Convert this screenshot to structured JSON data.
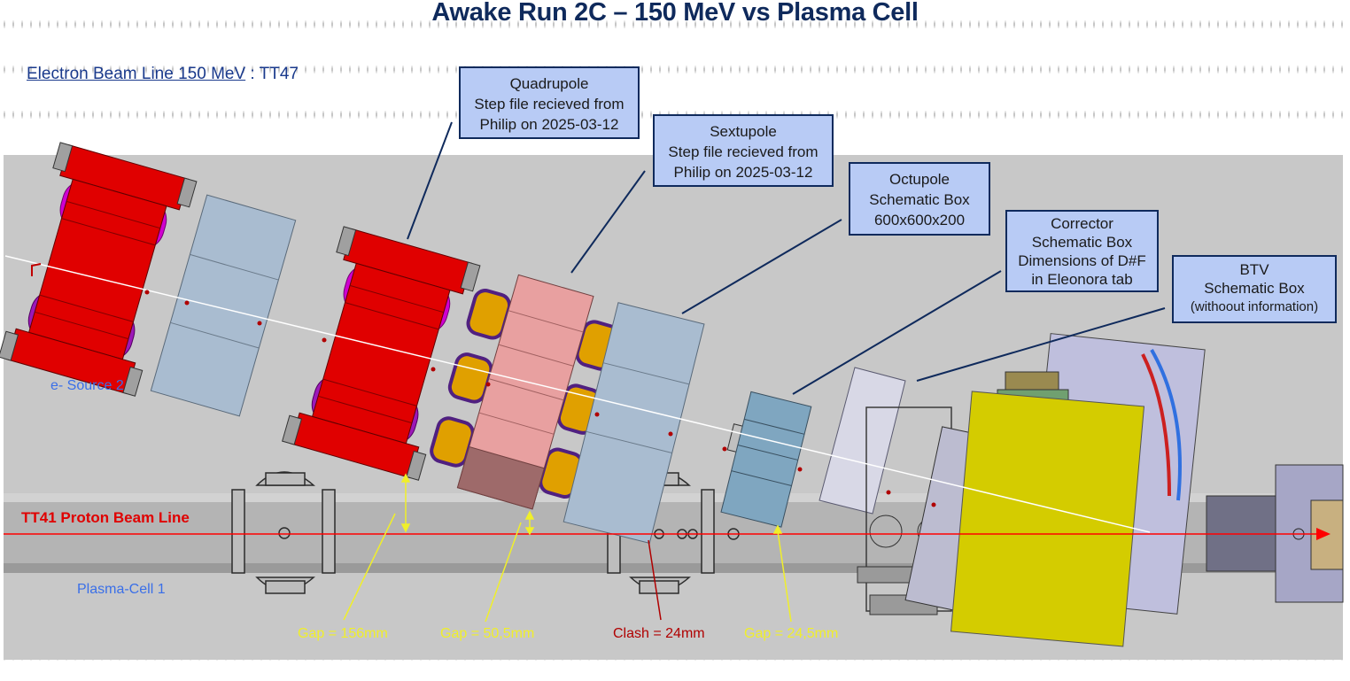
{
  "title": "Awake Run 2C – 150 MeV vs Plasma Cell",
  "subtitle": {
    "line_label": "Electron Beam Line 150 MeV",
    "separator": ":",
    "line_code": "TT47"
  },
  "callouts": {
    "quadrupole": {
      "l1": "Quadrupole",
      "l2": "Step file recieved from",
      "l3": "Philip on 2025-03-12"
    },
    "sextupole": {
      "l1": "Sextupole",
      "l2": "Step file recieved from",
      "l3": "Philip on 2025-03-12"
    },
    "octupole": {
      "l1": "Octupole",
      "l2": "Schematic Box",
      "l3": "600x600x200"
    },
    "corrector": {
      "l1": "Corrector",
      "l2": "Schematic Box",
      "l3": "Dimensions of D#F",
      "l4": "in Eleonora tab"
    },
    "btv": {
      "l1": "BTV",
      "l2": "Schematic Box",
      "l3": "(withoout information)"
    }
  },
  "labels": {
    "e_source": "e- Source 2",
    "tt41": "TT41 Proton Beam Line",
    "plasma_cell": "Plasma-Cell 1",
    "gap1": "Gap = 156mm",
    "gap2": "Gap = 50,5mm",
    "clash": "Clash = 24mm",
    "gap3": "Gap = 24,5mm"
  },
  "colors": {
    "background": "#c8c8c8",
    "quadrupole": "#e00000",
    "coil": "#c000c0",
    "sextupole": "#e8a0a0",
    "schematic_box": "#a9bcd0",
    "btv": "#d4cc00",
    "proton_beam": "#ff0000",
    "electron_beam": "#ffffff",
    "gap_text": "#f0ef2a",
    "clash_text": "#b00000",
    "callout_fill": "#b8cbf5",
    "callout_border": "#0f2a5c"
  }
}
